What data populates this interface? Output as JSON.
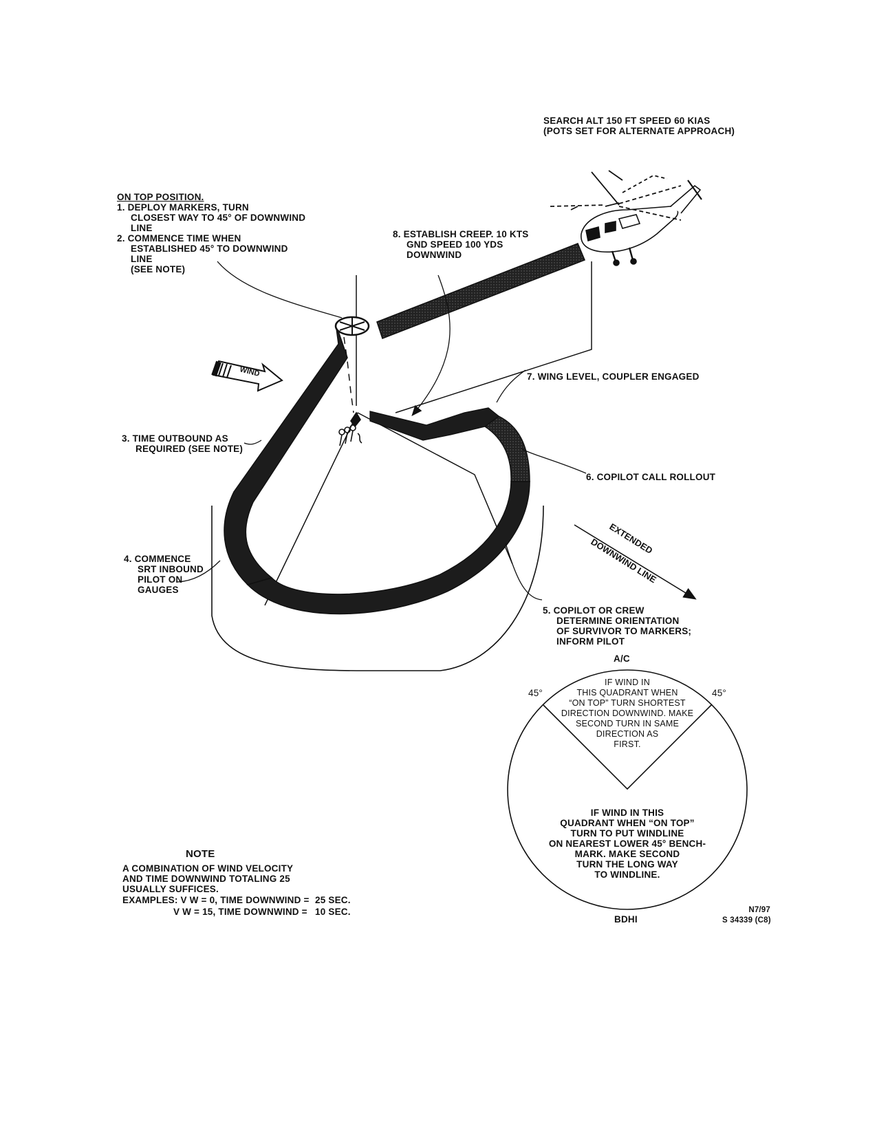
{
  "header": {
    "line1": "SEARCH ALT 150 FT SPEED 60 KIAS",
    "line2": "(POTS SET FOR ALTERNATE APPROACH)"
  },
  "on_top": {
    "title": "ON TOP POSITION.",
    "s1a": "1. DEPLOY MARKERS, TURN",
    "s1b": "CLOSEST WAY TO 45° OF DOWNWIND",
    "s1c": "LINE",
    "s2a": "2. COMMENCE TIME WHEN",
    "s2b": "ESTABLISHED 45° TO DOWNWIND",
    "s2c": "LINE",
    "s2d": "(SEE NOTE)"
  },
  "steps": {
    "s3a": "3. TIME OUTBOUND AS",
    "s3b": "REQUIRED (SEE NOTE)",
    "s4a": "4. COMMENCE",
    "s4b": "SRT INBOUND",
    "s4c": "PILOT ON",
    "s4d": "GAUGES",
    "s5a": "5. COPILOT OR CREW",
    "s5b": "DETERMINE ORIENTATION",
    "s5c": "OF SURVIVOR TO MARKERS;",
    "s5d": "INFORM PILOT",
    "s6": "6. COPILOT CALL ROLLOUT",
    "s7": "7. WING LEVEL, COUPLER ENGAGED",
    "s8a": "8. ESTABLISH CREEP. 10 KTS",
    "s8b": "GND SPEED 100 YDS",
    "s8c": "DOWNWIND"
  },
  "wind_arrow_label": "WIND",
  "extended": {
    "word1": "EXTENDED",
    "word2": "DOWNWIND LINE"
  },
  "bdhi": {
    "top_label": "A/C",
    "bottom_label": "BDHI",
    "left_angle": "45°",
    "right_angle": "45°",
    "upper_q1": "IF WIND IN",
    "upper_q2": "THIS QUADRANT WHEN",
    "upper_q3": "“ON TOP” TURN SHORTEST",
    "upper_q4": "DIRECTION DOWNWIND. MAKE",
    "upper_q5": "SECOND TURN IN SAME",
    "upper_q6": "DIRECTION AS",
    "upper_q7": "FIRST.",
    "lower_q1": "IF WIND IN THIS",
    "lower_q2": "QUADRANT WHEN “ON TOP”",
    "lower_q3": "TURN TO PUT WINDLINE",
    "lower_q4": "ON NEAREST LOWER 45° BENCH-",
    "lower_q5": "MARK. MAKE SECOND",
    "lower_q6": "TURN THE LONG WAY",
    "lower_q7": "TO WINDLINE."
  },
  "note": {
    "title": "NOTE",
    "l1": "A COMBINATION OF WIND VELOCITY",
    "l2": "AND TIME DOWNWIND TOTALING 25",
    "l3": "USUALLY SUFFICES.",
    "ex1_left": "EXAMPLES: V W = 0, TIME DOWNWIND =",
    "ex1_right": "25 SEC.",
    "ex2_left": "V W = 15, TIME DOWNWIND =",
    "ex2_right": "10 SEC."
  },
  "figure_id": {
    "line1": "N7/97",
    "line2": "S 34339 (C8)"
  },
  "colors": {
    "ink": "#111111",
    "path_fill": "#2a2a2a",
    "paper": "#ffffff"
  },
  "icons": [
    "helicopter-icon",
    "wind-arrow-icon",
    "marker-buoy-icon",
    "survivor-icon"
  ]
}
